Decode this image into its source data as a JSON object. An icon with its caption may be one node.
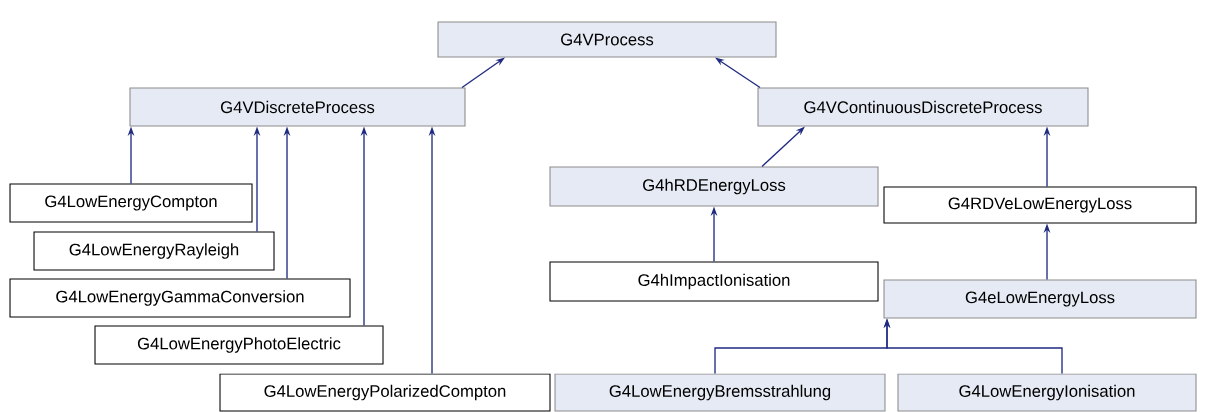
{
  "diagram": {
    "nodes": [
      {
        "text": [
          "G4VProcess"
        ]
      },
      {
        "text": [
          "G4VDiscreteProcess"
        ]
      },
      {
        "text": [
          "G4VContinuousDiscreteProcess"
        ]
      },
      {
        "text": [
          "G4LowEnergyCompton"
        ]
      },
      {
        "text": [
          "G4LowEnergyRayleigh"
        ]
      },
      {
        "text": [
          "G4LowEnergyGammaConversion"
        ]
      },
      {
        "text": [
          "G4LowEnergyPhotoElectric"
        ]
      },
      {
        "text": [
          "G4LowEnergyPolarizedCompton"
        ]
      },
      {
        "text": [
          "G4hRDEnergyLoss"
        ]
      },
      {
        "text": [
          "G4RDVeLowEnergyLoss"
        ]
      },
      {
        "text": [
          "G4hImpactIonisation"
        ]
      },
      {
        "text": [
          "G4eLowEnergyLoss"
        ]
      },
      {
        "text": [
          "G4LowEnergyBremsstrahlung"
        ]
      },
      {
        "text": [
          "G4LowEnergyIonisation"
        ]
      }
    ],
    "edges": [
      {
        "from": 1,
        "to": 0,
        "arrow": "to"
      },
      {
        "from": 2,
        "to": 0,
        "arrow": "to"
      },
      {
        "from": 3,
        "to": 1,
        "arrow": "to"
      },
      {
        "from": 4,
        "to": 1,
        "arrow": "to"
      },
      {
        "from": 5,
        "to": 1,
        "arrow": "to"
      },
      {
        "from": 6,
        "to": 1,
        "arrow": "to"
      },
      {
        "from": 7,
        "to": 1,
        "arrow": "to"
      },
      {
        "from": 8,
        "to": 2,
        "arrow": "to"
      },
      {
        "from": 9,
        "to": 2,
        "arrow": "to"
      },
      {
        "from": 10,
        "to": 8,
        "arrow": "to"
      },
      {
        "from": 11,
        "to": 9,
        "arrow": "to"
      },
      {
        "from": 12,
        "to": 11,
        "arrow": "to"
      },
      {
        "from": 13,
        "to": 11,
        "arrow": "to"
      }
    ]
  }
}
